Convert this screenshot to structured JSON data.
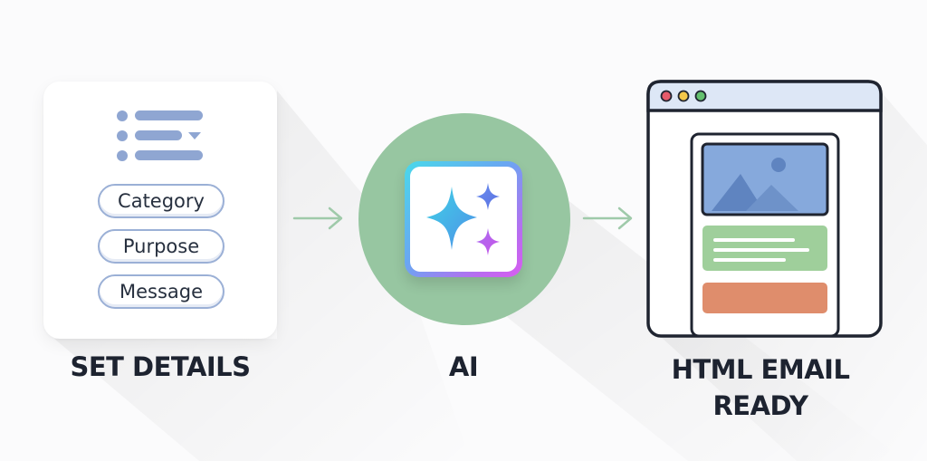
{
  "steps": [
    {
      "caption": "SET DETAILS",
      "fields": [
        "Category",
        "Purpose",
        "Message"
      ]
    },
    {
      "caption": "AI"
    },
    {
      "caption_line1": "HTML EMAIL",
      "caption_line2": "READY"
    }
  ],
  "icons": {
    "list": "list-icon",
    "ai": "sparkle-icon",
    "browser": "browser-window-icon",
    "image": "image-placeholder-icon",
    "arrow": "arrow-right-icon"
  },
  "colors": {
    "pill_border": "#9bb0d6",
    "circle": "#97c6a1",
    "browser_bar": "#dde7f6",
    "browser_border": "#1f2430",
    "image_fill": "#86a9dc",
    "text_block": "#9fcf9b",
    "button_block": "#df8d6c",
    "arrow": "#9fcaaa"
  }
}
